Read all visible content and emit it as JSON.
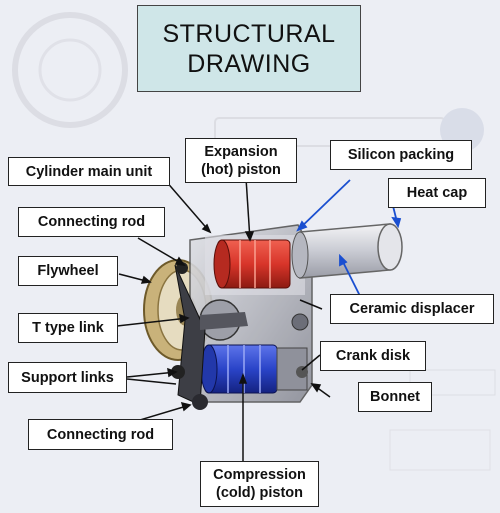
{
  "title": {
    "line1": "STRUCTURAL",
    "line2": "DRAWING"
  },
  "labels": {
    "cylinder_main_unit": "Cylinder main unit",
    "expansion_piston_1": "Expansion",
    "expansion_piston_2": "(hot) piston",
    "silicon_packing": "Silicon packing",
    "heat_cap": "Heat cap",
    "connecting_rod_top": "Connecting rod",
    "flywheel": "Flywheel",
    "ceramic_displacer": "Ceramic displacer",
    "t_type_link": "T type link",
    "crank_disk": "Crank disk",
    "support_links": "Support links",
    "bonnet": "Bonnet",
    "connecting_rod_bottom": "Connecting rod",
    "compression_piston_1": "Compression",
    "compression_piston_2": "(cold) piston"
  },
  "colors": {
    "hot_piston": "#d8352a",
    "cold_piston": "#2a44c8",
    "flywheel_rim": "#c9b27a",
    "arrow_blue": "#1a4fd0",
    "title_bg": "#cfe6e8"
  }
}
